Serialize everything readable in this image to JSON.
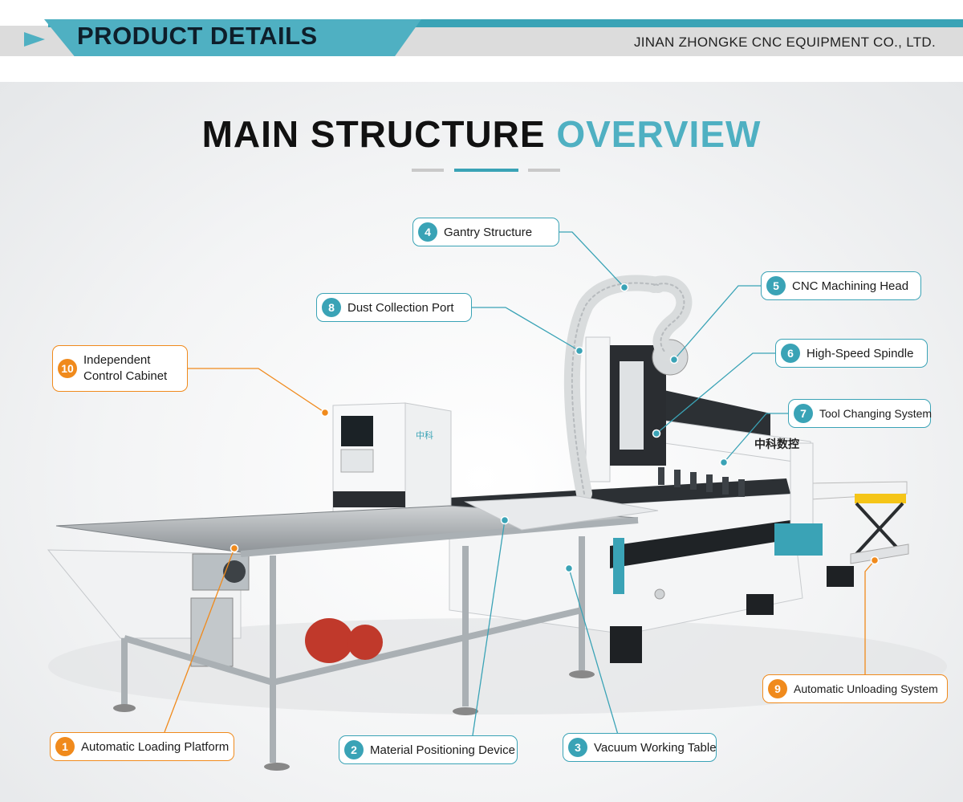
{
  "header": {
    "title": "PRODUCT DETAILS",
    "company": "JINAN ZHONGKE CNC EQUIPMENT CO., LTD."
  },
  "main_title": {
    "part1": "MAIN STRUCTURE",
    "part2": "OVERVIEW"
  },
  "machine_branding": {
    "panel_logo": "中科",
    "gantry_logo": "中科数控"
  },
  "colors": {
    "accent_teal": "#3aa3b6",
    "accent_orange": "#f08a1c"
  },
  "callouts": [
    {
      "num": "1",
      "label": "Automatic Loading Platform",
      "color": "orange"
    },
    {
      "num": "2",
      "label": "Material Positioning Device",
      "color": "teal"
    },
    {
      "num": "3",
      "label": "Vacuum Working Table",
      "color": "teal"
    },
    {
      "num": "4",
      "label": "Gantry Structure",
      "color": "teal"
    },
    {
      "num": "5",
      "label": "CNC Machining Head",
      "color": "teal"
    },
    {
      "num": "6",
      "label": "High-Speed Spindle",
      "color": "teal"
    },
    {
      "num": "7",
      "label": "Tool Changing System",
      "color": "teal"
    },
    {
      "num": "8",
      "label": "Dust Collection Port",
      "color": "teal"
    },
    {
      "num": "9",
      "label": "Automatic Unloading System",
      "color": "orange"
    },
    {
      "num": "10",
      "label": "Independent Control Cabinet",
      "color": "orange"
    }
  ]
}
